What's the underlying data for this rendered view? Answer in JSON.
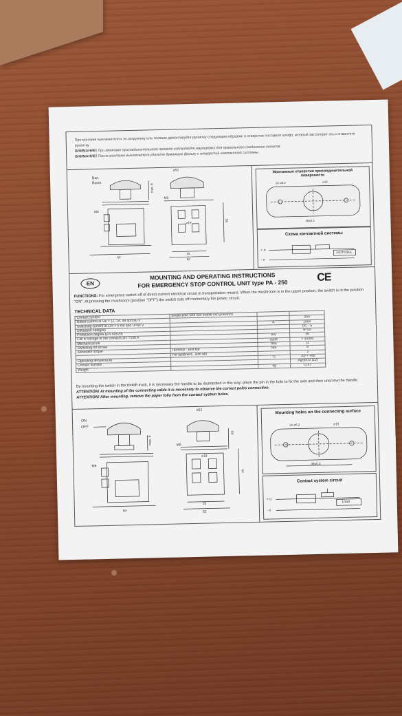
{
  "ru": {
    "line1": "При монтаже выключателя к эл.погрузчику или тележке демонтируйте рукоятку следующим образом: в отверстие поставьте штифт, который застопорит ось и отвинтите рукоятку.",
    "line2_prefix": "ВНИМАНИЕ!",
    "line2": "При монтаже присоединительного провода соблюдайте маркировку для правильного соединения полюсов.",
    "line3_prefix": "ВНИМАНИЕ!",
    "line3": "После монтажа выключателя удалите бумажную фольгу с отверстий контактной системы.",
    "label_on": "Вкл.",
    "label_off": "Выкл.",
    "holes_title": "Монтажные отверстия присоединительной поверхности",
    "contact_title": "Схема контактной системы",
    "load_label": "НАГРУЗКА"
  },
  "header": {
    "lang_badge": "EN",
    "title_line1": "MOUNTING AND OPERATING INSTRUCTIONS",
    "title_line2": "FOR EMERGENCY STOP CONTROL UNIT type PA - 250",
    "ce_mark": "CE"
  },
  "functions": {
    "label": "FUNCTIONS:",
    "text": "For emergency switch-off of direct current electrical circuit in transportation means. When the mushroom is in the upper position, the switch is in the position \"ON\". At pressing the mushroom (position \"OFF\") the switch cuts off momentary the power circuit."
  },
  "technical": {
    "title": "TECHNICAL DATA",
    "rows": [
      {
        "name": "Contact system",
        "desc": "Single-pole with two visible lost positions",
        "unit": "",
        "value": ""
      },
      {
        "name": "Rated current at Ue = 12, 24, 48 and 80 V",
        "desc": "",
        "unit": "",
        "value": "250"
      },
      {
        "name": "Switching current at L/R = 5 ms and U=80 V",
        "desc": "",
        "unit": "A",
        "value": "1000"
      },
      {
        "name": "Utilization category",
        "desc": "",
        "unit": "",
        "value": "DC - 5"
      },
      {
        "name": "Protection degree (EN 60529)",
        "desc": "",
        "unit": "",
        "value": "IP 00"
      },
      {
        "name": "Fall in voltage of the contacts at I =100 A",
        "desc": "",
        "unit": "mV",
        "value": "30"
      },
      {
        "name": "Mechanical life",
        "desc": "",
        "unit": "cycle",
        "value": "> 30000"
      },
      {
        "name": "Switching-off stroke",
        "desc": "",
        "unit": "mm",
        "value": "11"
      },
      {
        "name": "Allowable torque",
        "desc": "Terminal - Bolt M8",
        "unit": "Nm",
        "value": "6"
      },
      {
        "name": "",
        "desc": "For fasteners - Bolt M8",
        "unit": "",
        "value": "2"
      },
      {
        "name": "Operating temperature",
        "desc": "",
        "unit": "°C",
        "value": "-40 ÷ +50"
      },
      {
        "name": "Contact surface",
        "desc": "",
        "unit": "",
        "value": "AgSnO2 (12)"
      },
      {
        "name": "Weight",
        "desc": "",
        "unit": "kg",
        "value": "0.47"
      }
    ]
  },
  "notes": {
    "mounting": "By mounting the switch in the forklift truck, it is necessary the handle to be dismantled in this way: place the pin in the hole to fix the axle and then unscrew the handle.",
    "att1": "ATTENTION! At mounting of the connecting cable it is necessary to observe the correct poles connection.",
    "att2": "ATTENTION! After mounting, remove the paper folio from the contact system holes."
  },
  "drawing": {
    "on": "ON",
    "off": "OFF",
    "dia53": "⌀53",
    "dia19": "⌀19",
    "m5": "M5",
    "m8": "M8",
    "max8": "max. 8",
    "d58": "58",
    "d64a": "64",
    "d64b": "64",
    "d35": "35",
    "d62": "62",
    "holes_title": "Mounting holes on the connecting surface",
    "holes_2x": "2x ⌀6.2",
    "holes_19": "⌀19",
    "holes_48": "48±0.2",
    "contact_title": "Contact system circuit",
    "plus": "+ o",
    "minus": "- o",
    "load": "Load"
  }
}
